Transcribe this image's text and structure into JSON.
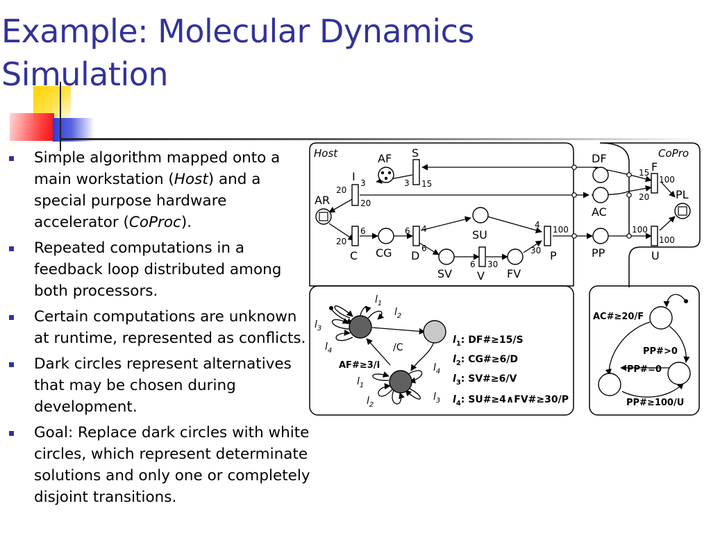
{
  "slide": {
    "title_line1": "Example: Molecular Dynamics",
    "title_line2": "Simulation"
  },
  "bullets": [
    {
      "parts": [
        {
          "t": "Simple algorithm mapped onto a main workstation ("
        },
        {
          "t": "Host",
          "i": true
        },
        {
          "t": ") and a special purpose hardware accelerator ("
        },
        {
          "t": "CoProc",
          "i": true
        },
        {
          "t": ")."
        }
      ]
    },
    {
      "parts": [
        {
          "t": "Repeated computations in a feedback loop distributed among both processors."
        }
      ]
    },
    {
      "parts": [
        {
          "t": "Certain computations are unknown at runtime, represented as conflicts."
        }
      ]
    },
    {
      "parts": [
        {
          "t": "Dark circles represent alternatives that may be chosen during development."
        }
      ]
    },
    {
      "parts": [
        {
          "t": "Goal: Replace dark circles with white circles, which represent determinate solutions and only one or completely disjoint transitions."
        }
      ]
    }
  ],
  "diagram": {
    "host_label": "Host",
    "copro_label": "CoPro",
    "places": {
      "AF": "AF",
      "AR": "AR",
      "CG": "CG",
      "SU": "SU",
      "SV": "SV",
      "FV": "FV",
      "DF": "DF",
      "AC": "AC",
      "PP": "PP",
      "PL": "PL"
    },
    "transitions": {
      "S": "S",
      "I": "I",
      "C": "C",
      "D": "D",
      "V": "V",
      "P": "P",
      "F": "F",
      "U": "U"
    },
    "weights": {
      "S_in": "3",
      "S_out": "15",
      "I_top": "3",
      "I_left": "20",
      "I_out": "20",
      "C_in": "20",
      "C_out": "6",
      "D_in": "6",
      "D_out": "4",
      "D_out2": "6",
      "V_in": "6",
      "V_out": "30",
      "P_in1": "4",
      "P_in2": "30",
      "P_out": "100",
      "F_in1": "15",
      "F_in2": "20",
      "F_out": "100",
      "U_in": "100",
      "U_out": "100"
    },
    "host_fsm": {
      "loops_top": [
        "1",
        "2"
      ],
      "loops_left": [
        "3",
        "4"
      ],
      "loops_bottom": [
        "1",
        "2"
      ],
      "loops_right": [
        "4",
        "3"
      ],
      "edge_c": "/C",
      "edge_af": "AF#≥3/I"
    },
    "guards": [
      {
        "idx": "1",
        "expr": ": DF#≥15/S"
      },
      {
        "idx": "2",
        "expr": ": CG#≥6/D"
      },
      {
        "idx": "3",
        "expr": ": SV#≥6/V"
      },
      {
        "idx": "4",
        "expr": ": SU#≥4∧FV#≥30/P"
      }
    ],
    "copro_fsm": {
      "ac": "AC#≥20/F",
      "pp_gt": "PP#>0",
      "pp_eq": "PP#=0",
      "pp_u": "PP#≥100/U"
    }
  }
}
